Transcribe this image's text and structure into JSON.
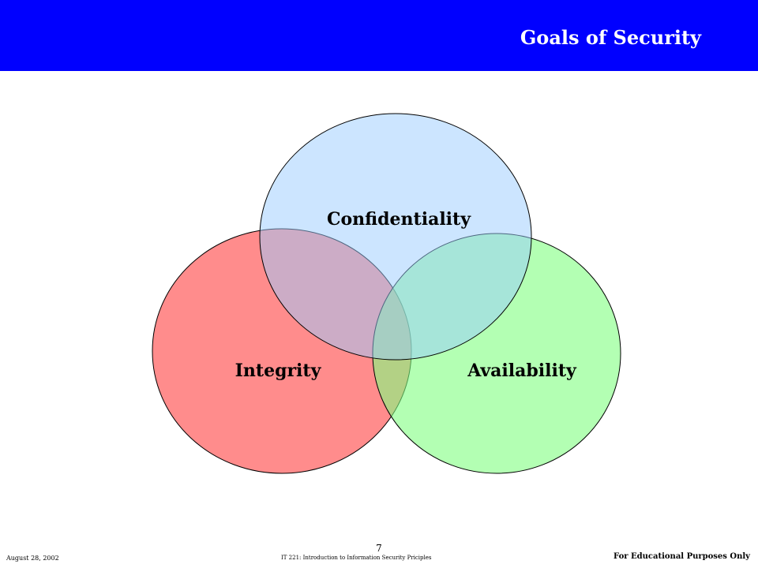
{
  "header": {
    "title": "Goals of Security",
    "background_color": "#0000ff",
    "title_color": "#ffffff"
  },
  "diagram": {
    "type": "venn",
    "sets": [
      {
        "label": "Confidentiality",
        "color": "#99ccff"
      },
      {
        "label": "Integrity",
        "color": "#ff7f7f"
      },
      {
        "label": "Availability",
        "color": "#80ff80"
      }
    ]
  },
  "footer": {
    "date": "August 28, 2002",
    "course": "IT 221: Introduction to Information Security Priciples",
    "page_number": "7",
    "notice": "For Educational Purposes Only"
  }
}
